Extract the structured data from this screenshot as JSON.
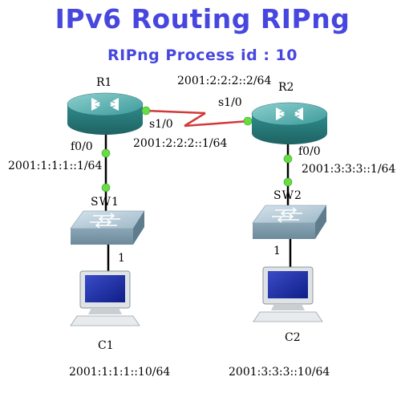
{
  "title": "IPv6 Routing RIPng",
  "subtitle": "RIPng Process id : 10",
  "routers": [
    {
      "name": "R1",
      "lan_if": "f0/0",
      "lan_ip": "2001:1:1:1::1/64",
      "wan_if": "s1/0",
      "wan_ip": "2001:2:2:2::1/64"
    },
    {
      "name": "R2",
      "lan_if": "f0/0",
      "lan_ip": "2001:3:3:3::1/64",
      "wan_if": "s1/0",
      "wan_ip": "2001:2:2:2::2/64"
    }
  ],
  "switches": [
    {
      "name": "SW1",
      "port": "1"
    },
    {
      "name": "SW2",
      "port": "1"
    }
  ],
  "hosts": [
    {
      "name": "C1",
      "ip": "2001:1:1:1::10/64"
    },
    {
      "name": "C2",
      "ip": "2001:3:3:3::10/64"
    }
  ],
  "colors": {
    "title": "#4747e0",
    "serial_link": "#d23a3a",
    "ethernet_link": "#000000",
    "link_endpoint": "#66dd44",
    "router_body": "#2f8c8c",
    "switch_body": "#8aa6b6"
  },
  "icons": {
    "router": "router-icon",
    "switch": "switch-icon",
    "computer": "computer-icon"
  }
}
